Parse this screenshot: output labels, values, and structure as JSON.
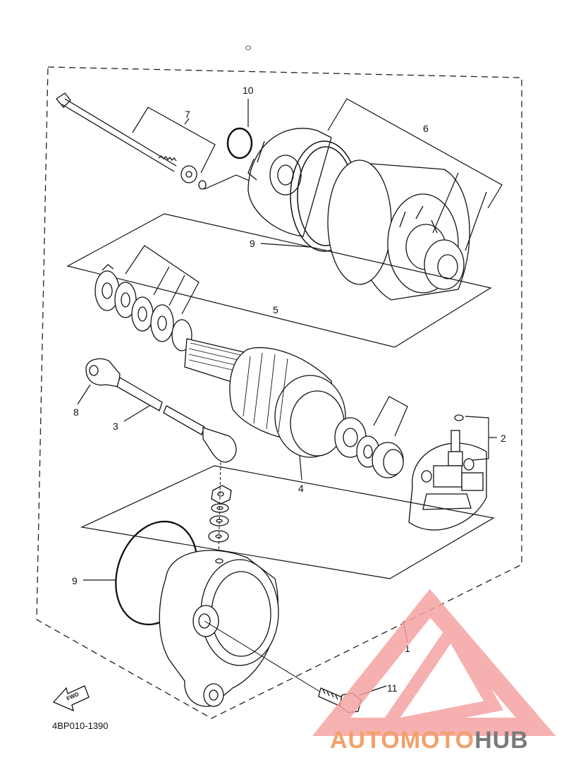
{
  "diagram": {
    "code": "4BP010-1390",
    "fwd_label": "FWD",
    "callouts": {
      "c1": "1",
      "c2": "2",
      "c3": "3",
      "c4": "4",
      "c5": "5",
      "c6": "6",
      "c7": "7",
      "c8": "8",
      "c9a": "9",
      "c9b": "9",
      "c10": "10",
      "c11": "11"
    }
  },
  "watermark": {
    "part1": "AUTOMOTO",
    "part2": "HUB",
    "color_primary": "#f2a06a",
    "color_secondary": "#7a7a7a",
    "logo_color": "#f5a3a3"
  }
}
